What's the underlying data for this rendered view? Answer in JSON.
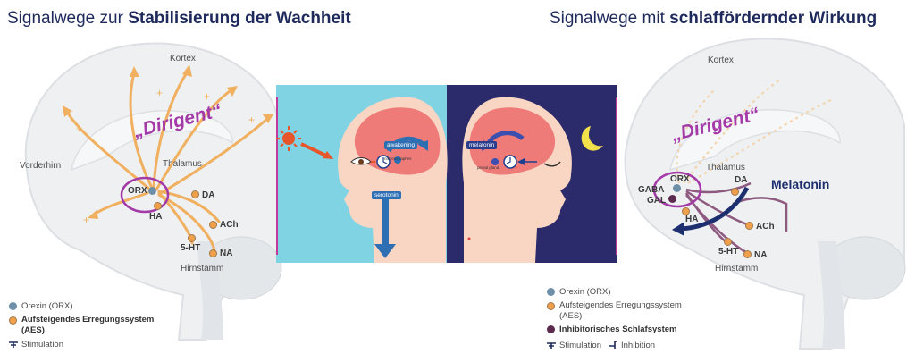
{
  "left": {
    "title_plain": "Signalwege zur ",
    "title_bold": "Stabilisierung der Wachheit",
    "dirigent": "„Dirigent“",
    "labels": {
      "kortex": "Kortex",
      "vorderhirn": "Vorderhirn",
      "thalamus": "Thalamus",
      "hirnstamm": "Hirnstamm",
      "orx": "ORX",
      "da": "DA",
      "ha": "HA",
      "ach": "ACh",
      "ht": "5-HT",
      "na": "NA"
    },
    "legend": {
      "orexin": "Orexin (ORX)",
      "aes_line1": "Aufsteigendes Erregungssystem",
      "aes_line2": "(AES)",
      "stimulation": "Stimulation"
    }
  },
  "center": {
    "awakening": "awakening",
    "nucleus": "nucleus raphes",
    "serotonin": "serotonin",
    "melatonin": "melatonin",
    "pineal": "pineal gland"
  },
  "right": {
    "title_plain": "Signalwege mit ",
    "title_bold": "schlaffördernder Wirkung",
    "dirigent": "„Dirigent“",
    "melatonin": "Melatonin",
    "labels": {
      "kortex": "Kortex",
      "thalamus": "Thalamus",
      "hirnstamm": "Hirnstamm",
      "gaba": "GABA",
      "gal": "GAL",
      "orx": "ORX",
      "da": "DA",
      "ha": "HA",
      "ach": "ACh",
      "ht": "5-HT",
      "na": "NA"
    },
    "legend": {
      "orexin": "Orexin (ORX)",
      "aes_line1": "Aufsteigendes Erregungssystem",
      "aes_line2": "(AES)",
      "inhib_system": "Inhibitorisches Schlafsystem",
      "stimulation": "Stimulation",
      "inhibition": "Inhibition"
    }
  },
  "colors": {
    "title": "#1f2a5c",
    "dirigent": "#a43aa8",
    "orexin": "#6f8fa8",
    "aes": "#f0a04b",
    "inhibitory": "#5c2a4f",
    "day_bg": "#7fd3e3",
    "night_bg": "#2b2a6b",
    "brain_pink": "#ef7b78",
    "skin": "#f9d6c4",
    "frame": "#c03a9b"
  }
}
